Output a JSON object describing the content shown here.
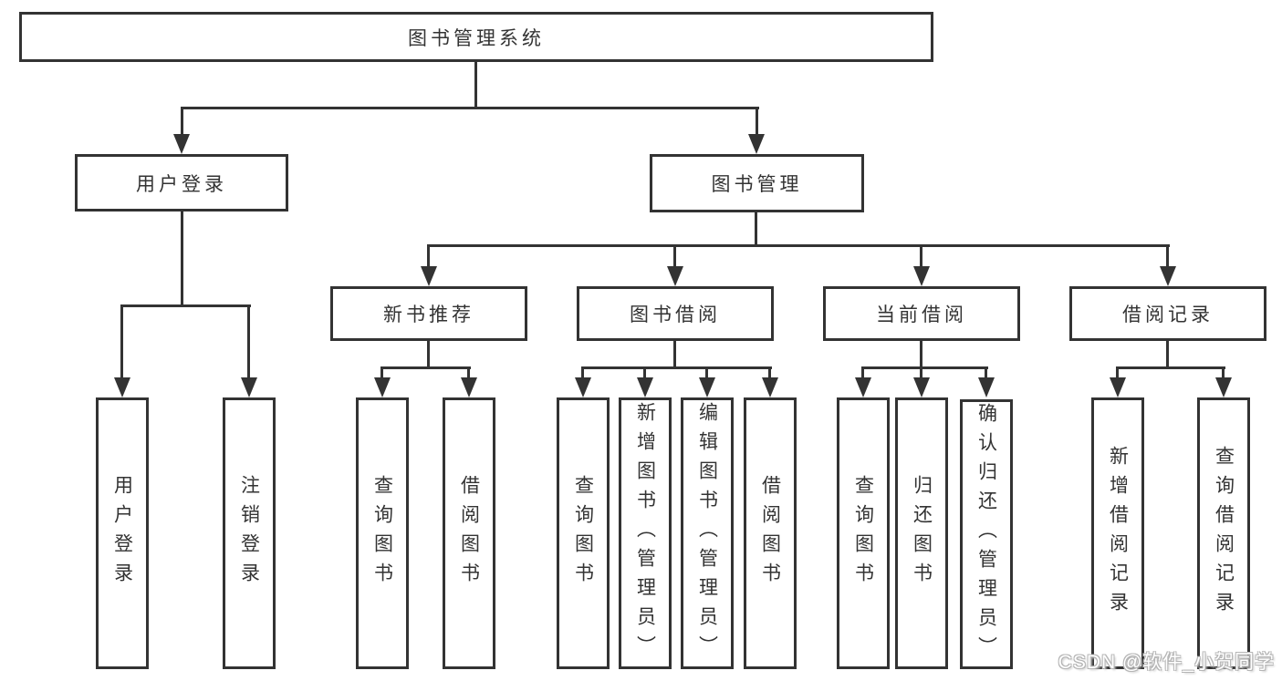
{
  "colors": {
    "line": "#333333",
    "box_border": "#333333",
    "box_fill": "#ffffff",
    "text": "#333333",
    "background": "#ffffff",
    "watermark_text": "#ffffff",
    "watermark_outline": "#b5b5b5"
  },
  "watermark": {
    "text": "CSDN @软件_小贺同学"
  },
  "diagram": {
    "root": {
      "label": "图书管理系统"
    },
    "branches": [
      {
        "label": "用户登录",
        "children": [
          {
            "label": "用户登录"
          },
          {
            "label": "注销登录"
          }
        ]
      },
      {
        "label": "图书管理",
        "groups": [
          {
            "label": "新书推荐",
            "children": [
              {
                "label": "查询图书"
              },
              {
                "label": "借阅图书"
              }
            ]
          },
          {
            "label": "图书借阅",
            "children": [
              {
                "label": "查询图书"
              },
              {
                "label": "新增图书（管理员）"
              },
              {
                "label": "编辑图书（管理员）"
              },
              {
                "label": "借阅图书"
              }
            ]
          },
          {
            "label": "当前借阅",
            "children": [
              {
                "label": "查询图书"
              },
              {
                "label": "归还图书"
              },
              {
                "label": "确认归还（管理员）"
              }
            ]
          },
          {
            "label": "借阅记录",
            "children": [
              {
                "label": "新增借阅记录"
              },
              {
                "label": "查询借阅记录"
              }
            ]
          }
        ]
      }
    ]
  }
}
